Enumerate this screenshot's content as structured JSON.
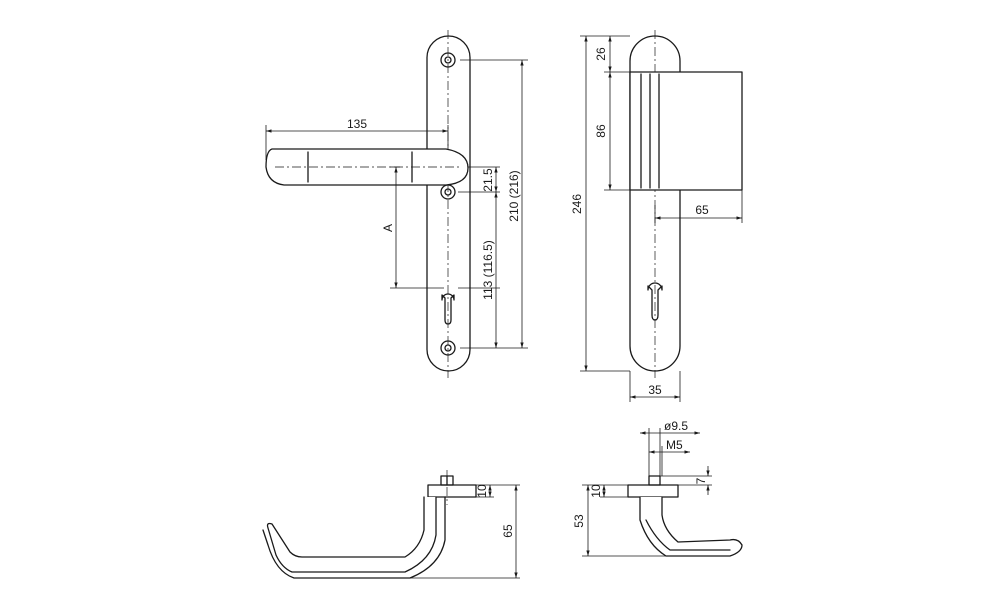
{
  "dimensions": {
    "lever_length": "135",
    "spindle_offset": "21.5",
    "plate_hole_span": "210 (216)",
    "spindle_to_cylinder": "113 (116.5)",
    "a_label": "A",
    "top_offset": "26",
    "rosette_height": "86",
    "plate_total": "246",
    "projection": "65",
    "plate_width": "35",
    "spindle_dia": "ø9.5",
    "thread": "M5",
    "screw_height": "7",
    "rose_thickness_left": "10",
    "total_projection": "65",
    "rose_thickness_right": "10",
    "handle_height": "53"
  }
}
